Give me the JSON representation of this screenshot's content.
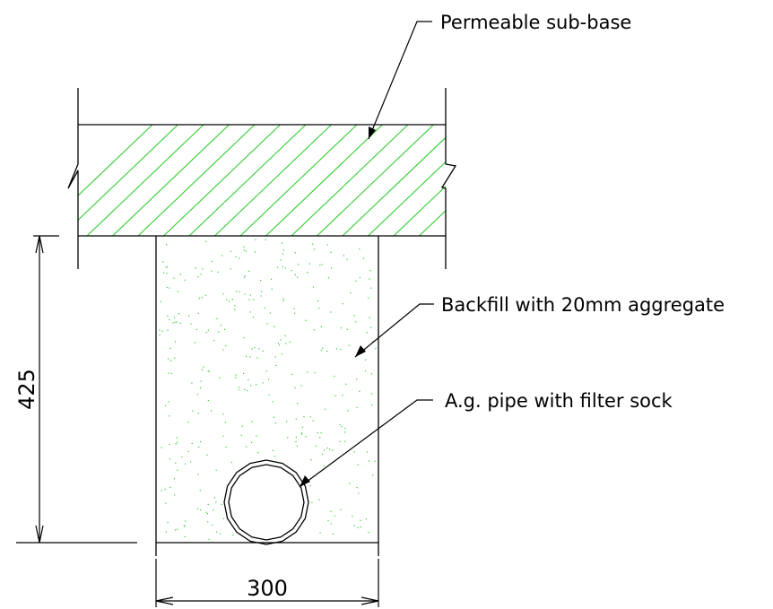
{
  "drawing": {
    "labels": {
      "sub_base": "Permeable sub-base",
      "backfill": "Backfill with 20mm aggregate",
      "pipe": "A.g. pipe with filter sock"
    },
    "dimensions": {
      "depth": "425",
      "width": "300"
    },
    "colors": {
      "line": "#000000",
      "hatch": "#33cc33",
      "background": "#ffffff"
    }
  }
}
